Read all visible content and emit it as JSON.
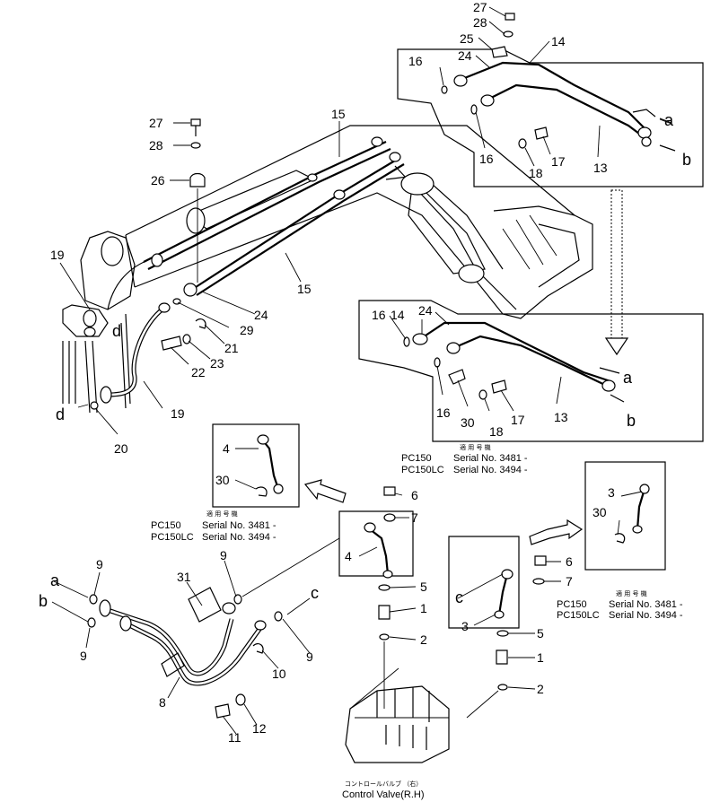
{
  "callouts": [
    {
      "id": "c27a",
      "text": "27"
    },
    {
      "id": "c28a",
      "text": "28"
    },
    {
      "id": "c25",
      "text": "25"
    },
    {
      "id": "c14a",
      "text": "14"
    },
    {
      "id": "c24a",
      "text": "24"
    },
    {
      "id": "c16a",
      "text": "16"
    },
    {
      "id": "c16b",
      "text": "16"
    },
    {
      "id": "c18a",
      "text": "18"
    },
    {
      "id": "c17a",
      "text": "17"
    },
    {
      "id": "c13a",
      "text": "13"
    },
    {
      "id": "c15a",
      "text": "15"
    },
    {
      "id": "c15b",
      "text": "15"
    },
    {
      "id": "c27b",
      "text": "27"
    },
    {
      "id": "c28b",
      "text": "28"
    },
    {
      "id": "c26",
      "text": "26"
    },
    {
      "id": "c19a",
      "text": "19"
    },
    {
      "id": "c19b",
      "text": "19"
    },
    {
      "id": "c24b",
      "text": "24"
    },
    {
      "id": "c29",
      "text": "29"
    },
    {
      "id": "c21",
      "text": "21"
    },
    {
      "id": "c22",
      "text": "22"
    },
    {
      "id": "c23",
      "text": "23"
    },
    {
      "id": "c20",
      "text": "20"
    },
    {
      "id": "c16c",
      "text": "16"
    },
    {
      "id": "c14b",
      "text": "14"
    },
    {
      "id": "c24c",
      "text": "24"
    },
    {
      "id": "c16d",
      "text": "16"
    },
    {
      "id": "c30a",
      "text": "30"
    },
    {
      "id": "c18b",
      "text": "18"
    },
    {
      "id": "c17b",
      "text": "17"
    },
    {
      "id": "c13b",
      "text": "13"
    },
    {
      "id": "c4a",
      "text": "4"
    },
    {
      "id": "c30b",
      "text": "30"
    },
    {
      "id": "c6a",
      "text": "6"
    },
    {
      "id": "c7a",
      "text": "7"
    },
    {
      "id": "c4b",
      "text": "4"
    },
    {
      "id": "c5a",
      "text": "5"
    },
    {
      "id": "c1a",
      "text": "1"
    },
    {
      "id": "c2a",
      "text": "2"
    },
    {
      "id": "c3a",
      "text": "3"
    },
    {
      "id": "c30c",
      "text": "30"
    },
    {
      "id": "c6b",
      "text": "6"
    },
    {
      "id": "c7b",
      "text": "7"
    },
    {
      "id": "c3b",
      "text": "3"
    },
    {
      "id": "c5b",
      "text": "5"
    },
    {
      "id": "c1b",
      "text": "1"
    },
    {
      "id": "c2b",
      "text": "2"
    },
    {
      "id": "c9a",
      "text": "9"
    },
    {
      "id": "c9b",
      "text": "9"
    },
    {
      "id": "c9c",
      "text": "9"
    },
    {
      "id": "c9d",
      "text": "9"
    },
    {
      "id": "c31",
      "text": "31"
    },
    {
      "id": "c10",
      "text": "10"
    },
    {
      "id": "c8",
      "text": "8"
    },
    {
      "id": "c11",
      "text": "11"
    },
    {
      "id": "c12",
      "text": "12"
    }
  ],
  "letters": [
    {
      "id": "la1",
      "text": "a"
    },
    {
      "id": "lb1",
      "text": "b"
    },
    {
      "id": "la2",
      "text": "a"
    },
    {
      "id": "lb2",
      "text": "b"
    },
    {
      "id": "ld1",
      "text": "d"
    },
    {
      "id": "ld2",
      "text": "d"
    },
    {
      "id": "la3",
      "text": "a"
    },
    {
      "id": "lb3",
      "text": "b"
    },
    {
      "id": "lc1",
      "text": "c"
    },
    {
      "id": "lc2",
      "text": "c"
    }
  ],
  "serial_blocks": [
    {
      "heading": "適 用 号 機",
      "line1_model": "PC150",
      "line1_serial": "Serial  No.  3481 -",
      "line2_model": "PC150LC",
      "line2_serial": "Serial  No.  3494 -"
    },
    {
      "heading": "適 用 号 機",
      "line1_model": "PC150",
      "line1_serial": "Serial  No.  3481 -",
      "line2_model": "PC150LC",
      "line2_serial": "Serial  No.  3494 -"
    },
    {
      "heading": "適 用 号 機",
      "line1_model": "PC150",
      "line1_serial": "Serial  No.  3481 -",
      "line2_model": "PC150LC",
      "line2_serial": "Serial  No.  3494 -"
    }
  ],
  "control_valve": {
    "label_jp": "コントロールバルブ （右）",
    "label_en": "Control Valve(R.H)"
  }
}
